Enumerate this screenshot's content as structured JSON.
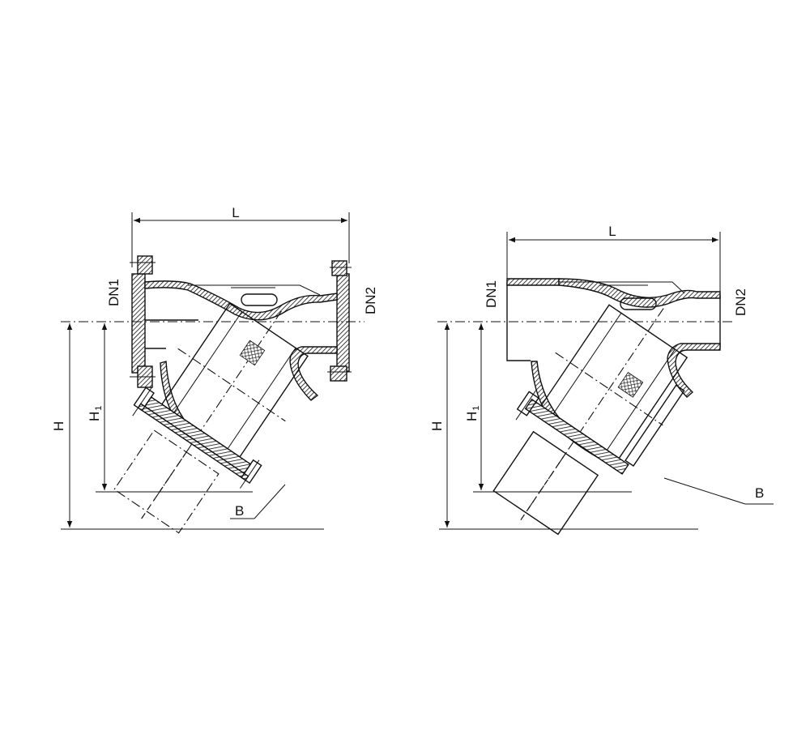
{
  "diagram": {
    "left_view": {
      "length_label": "L",
      "inlet_label": "DN1",
      "outlet_label": "DN2",
      "height_label": "H",
      "height1_main": "H",
      "height1_sub": "1",
      "part_label": "B"
    },
    "right_view": {
      "length_label": "L",
      "inlet_label": "DN1",
      "outlet_label": "DN2",
      "height_label": "H",
      "height1_main": "H",
      "height1_sub": "1",
      "part_label": "B"
    }
  }
}
